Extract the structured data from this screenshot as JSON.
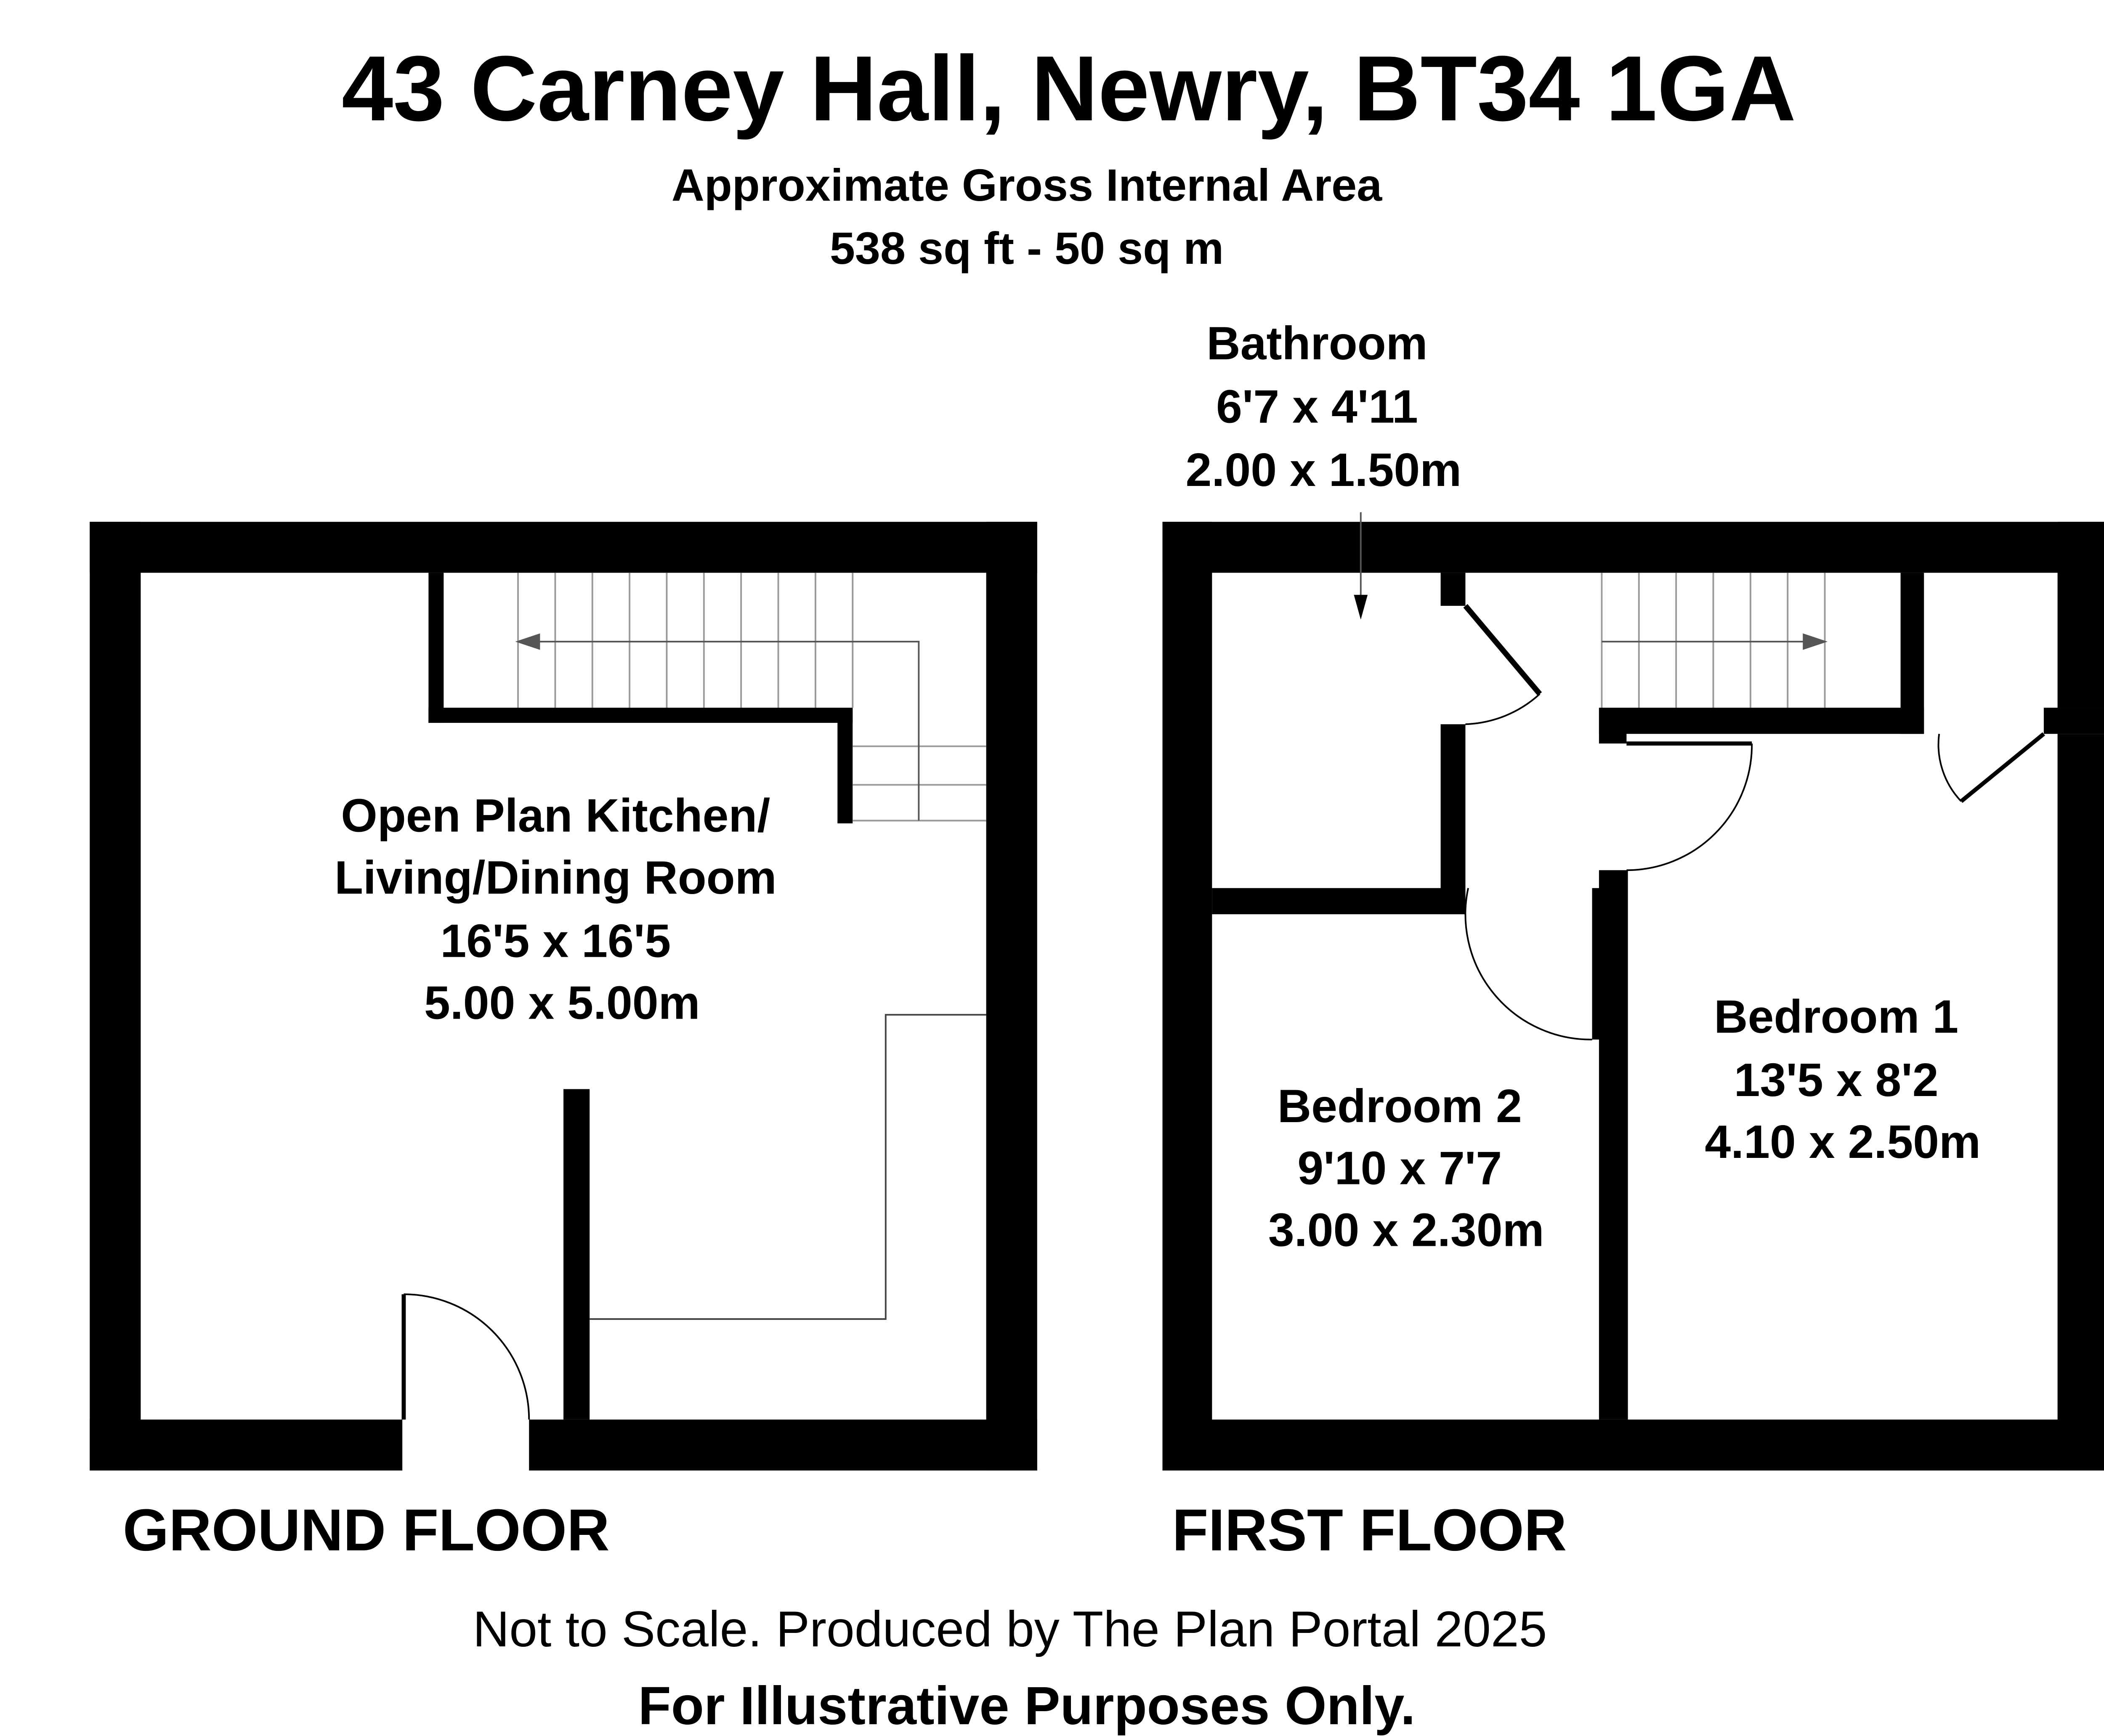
{
  "header": {
    "title": "43 Carney Hall, Newry, BT34 1GA",
    "subtitle": "Approximate Gross Internal Area",
    "area": "538 sq ft - 50 sq m"
  },
  "ground_floor": {
    "label": "GROUND FLOOR",
    "rooms": [
      {
        "lines": [
          "Open Plan Kitchen/",
          "Living/Dining Room",
          "16'5 x 16'5",
          "5.00 x 5.00m"
        ]
      }
    ]
  },
  "first_floor": {
    "label": "FIRST FLOOR",
    "rooms": [
      {
        "lines": [
          "Bathroom",
          "6'7 x 4'11",
          "2.00 x 1.50m"
        ]
      },
      {
        "lines": [
          "Bedroom 2",
          "9'10 x 7'7",
          "3.00 x 2.30m"
        ]
      },
      {
        "lines": [
          "Bedroom 1",
          "13'5 x 8'2",
          "4.10 x 2.50m"
        ]
      }
    ]
  },
  "footer": {
    "note": "Not to Scale. Produced by The Plan Portal 2025",
    "disclaimer": "For Illustrative Purposes Only."
  },
  "colors": {
    "wall": "#000000",
    "line": "#999999",
    "background": "#ffffff"
  }
}
